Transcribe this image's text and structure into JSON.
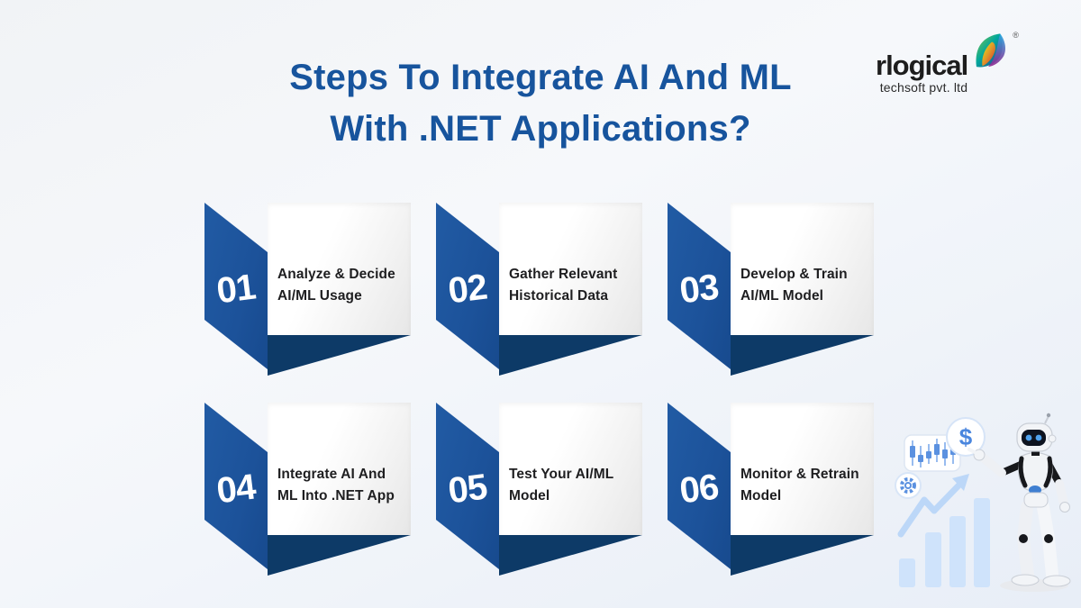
{
  "page": {
    "title_line1": "Steps To Integrate AI And ML",
    "title_line2": "With .NET Applications?"
  },
  "logo": {
    "name": "rlogical",
    "subtitle": "techsoft pvt. ltd",
    "registered_mark": "®"
  },
  "steps": [
    {
      "number": "01",
      "label_line1": "Analyze & Decide",
      "label_line2": "AI/ML Usage"
    },
    {
      "number": "02",
      "label_line1": "Gather Relevant",
      "label_line2": "Historical Data"
    },
    {
      "number": "03",
      "label_line1": "Develop & Train",
      "label_line2": "AI/ML Model"
    },
    {
      "number": "04",
      "label_line1": "Integrate AI And",
      "label_line2": "ML Into .NET App"
    },
    {
      "number": "05",
      "label_line1": "Test Your AI/ML",
      "label_line2": "Model"
    },
    {
      "number": "06",
      "label_line1": "Monitor & Retrain",
      "label_line2": "Model"
    }
  ],
  "illustration": {
    "dollar_symbol": "$",
    "icons": [
      "candlestick-chart",
      "dollar-badge",
      "gear",
      "growth-arrow",
      "bar-chart",
      "robot"
    ]
  },
  "colors": {
    "title_blue": "#17549d",
    "ribbon_blue": "#1c529a",
    "fold_navy": "#0d3a67",
    "card_text": "#1e1e20",
    "icon_blue": "#5b91e0",
    "bar_fill": "#cfe3fb"
  }
}
